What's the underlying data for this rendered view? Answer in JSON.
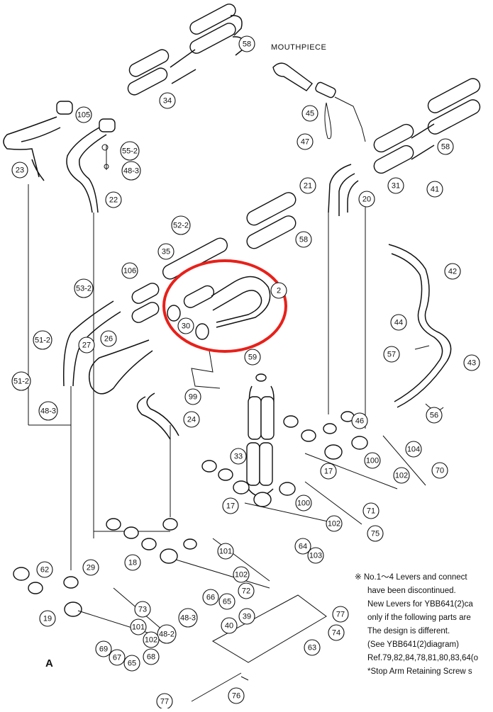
{
  "labels": {
    "mouthpiece": "MOUTHPIECE",
    "arrow_a": "A"
  },
  "callouts": [
    "58",
    "34",
    "105",
    "55-2",
    "48-3",
    "23",
    "22",
    "45",
    "47",
    "58",
    "31",
    "41",
    "21",
    "20",
    "52-2",
    "58",
    "35",
    "106",
    "2",
    "53-2",
    "30",
    "26",
    "27",
    "51-2",
    "51-2",
    "48-3",
    "59",
    "24",
    "99",
    "42",
    "44",
    "57",
    "43",
    "56",
    "46",
    "17",
    "104",
    "100",
    "102",
    "70",
    "33",
    "17",
    "100",
    "102",
    "71",
    "75",
    "64",
    "103",
    "101",
    "102",
    "72",
    "66",
    "65",
    "18",
    "62",
    "29",
    "19",
    "73",
    "48-3",
    "48-2",
    "101",
    "102",
    "69",
    "67",
    "65",
    "68",
    "40",
    "39",
    "77",
    "74",
    "63",
    "77",
    "76"
  ],
  "highlight": {
    "color": "#e8201a"
  },
  "notes": [
    "※ No.1～4  Levers and connect",
    "have been discontinued.",
    "New Levers for YBB641(2)ca",
    "only if the following parts are",
    "The design is different.",
    "(See YBB641(2)diagram)",
    "Ref.79,82,84,78,81,80,83,64(o",
    "*Stop Arm Retaining Screw s"
  ]
}
